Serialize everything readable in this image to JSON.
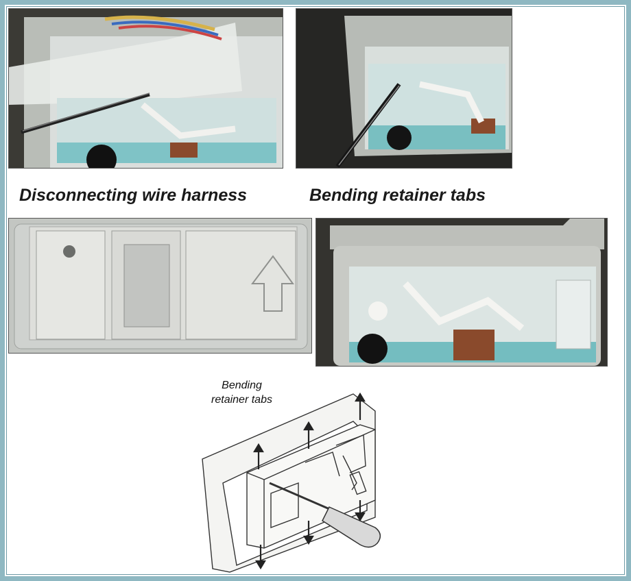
{
  "captions": {
    "left": "Disconnecting wire harness",
    "right": "Bending retainer tabs"
  },
  "diagram": {
    "label_line1": "Bending",
    "label_line2": "retainer  tabs"
  },
  "colors": {
    "frame": "#8fb8c2",
    "steel": "#c9ccc8",
    "plastic": "#dfe7e6",
    "teal_water": "#6fb5b8",
    "brown_solenoid": "#8a4a2c"
  }
}
